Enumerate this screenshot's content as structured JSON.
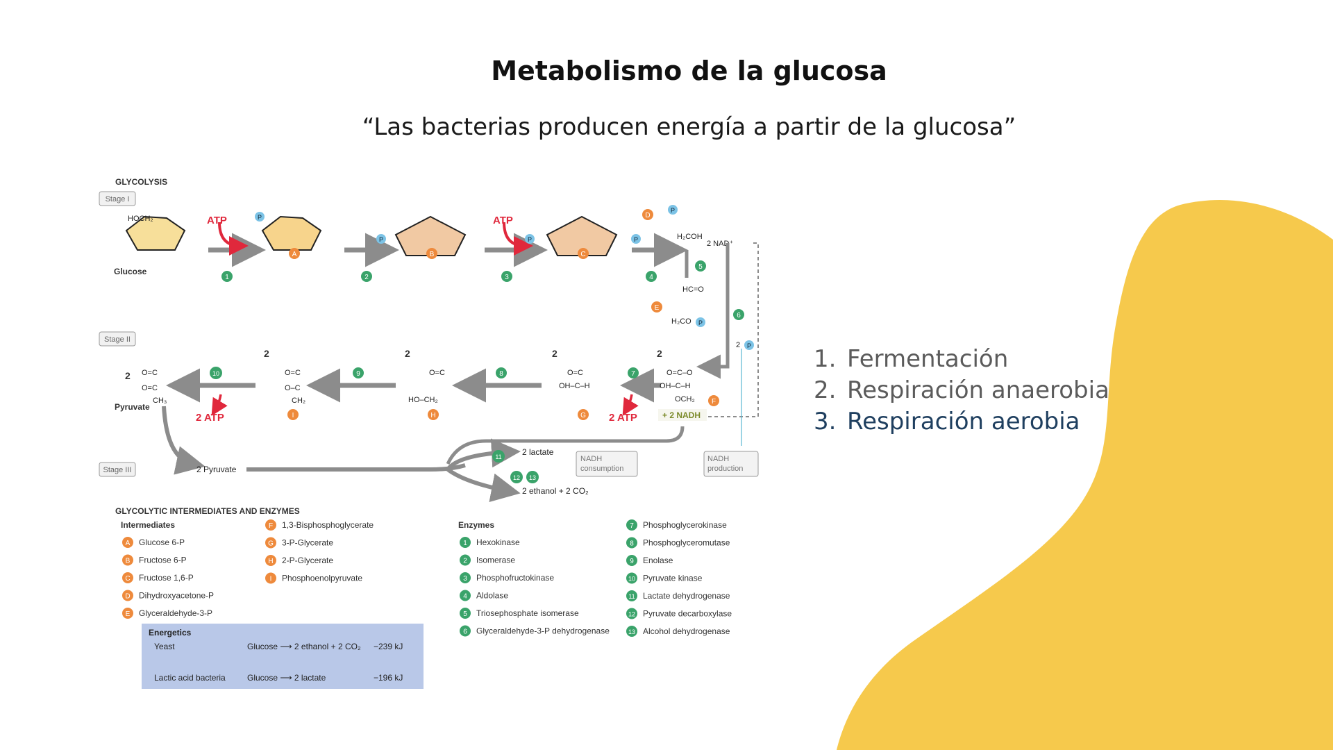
{
  "slide": {
    "title": "Metabolismo de la glucosa",
    "subtitle": "“Las bacterias producen energía a partir de la glucosa”",
    "list": [
      {
        "num": "1.",
        "label": "Fermentación"
      },
      {
        "num": "2.",
        "label": "Respiración anaerobia"
      },
      {
        "num": "3.",
        "label": "Respiración aerobia"
      }
    ],
    "accent_color": "#f6c94c",
    "active_text_color": "#1f3f5f"
  },
  "figure": {
    "heading": "GLYCOLYSIS",
    "stages": [
      "Stage I",
      "Stage II",
      "Stage III"
    ],
    "molecules": {
      "glucose": "Glucose",
      "pyruvate": "Pyruvate",
      "two_pyruvate": "2 Pyruvate",
      "lactate": "2 lactate",
      "ethanol": "2 ethanol + 2 CO₂"
    },
    "energy_labels": {
      "atp": "ATP",
      "two_atp": "2 ATP",
      "nad": "2 NAD⁺",
      "nadh": "+ 2 NADH",
      "two_p": "2"
    },
    "boxes": {
      "nadh_consumption": [
        "NADH",
        "consumption"
      ],
      "nadh_production": [
        "NADH",
        "production"
      ]
    },
    "legend": {
      "title": "GLYCOLYTIC INTERMEDIATES AND ENZYMES",
      "intermediates_title": "Intermediates",
      "intermediates": [
        {
          "key": "A",
          "label": "Glucose 6-P"
        },
        {
          "key": "B",
          "label": "Fructose 6-P"
        },
        {
          "key": "C",
          "label": "Fructose 1,6-P"
        },
        {
          "key": "D",
          "label": "Dihydroxyacetone-P"
        },
        {
          "key": "E",
          "label": "Glyceraldehyde-3-P"
        },
        {
          "key": "F",
          "label": "1,3-Bisphosphoglycerate"
        },
        {
          "key": "G",
          "label": "3-P-Glycerate"
        },
        {
          "key": "H",
          "label": "2-P-Glycerate"
        },
        {
          "key": "I",
          "label": "Phosphoenolpyruvate"
        }
      ],
      "enzymes_title": "Enzymes",
      "enzymes": [
        {
          "key": "1",
          "label": "Hexokinase"
        },
        {
          "key": "2",
          "label": "Isomerase"
        },
        {
          "key": "3",
          "label": "Phosphofructokinase"
        },
        {
          "key": "4",
          "label": "Aldolase"
        },
        {
          "key": "5",
          "label": "Triosephosphate isomerase"
        },
        {
          "key": "6",
          "label": "Glyceraldehyde-3-P dehydrogenase"
        },
        {
          "key": "7",
          "label": "Phosphoglycerokinase"
        },
        {
          "key": "8",
          "label": "Phosphoglyceromutase"
        },
        {
          "key": "9",
          "label": "Enolase"
        },
        {
          "key": "10",
          "label": "Pyruvate kinase"
        },
        {
          "key": "11",
          "label": "Lactate dehydrogenase"
        },
        {
          "key": "12",
          "label": "Pyruvate decarboxylase"
        },
        {
          "key": "13",
          "label": "Alcohol dehydrogenase"
        }
      ]
    },
    "energetics": {
      "title": "Energetics",
      "rows": [
        {
          "organism": "Yeast",
          "reaction": "Glucose ⟶ 2 ethanol + 2 CO₂",
          "energy": "−239 kJ"
        },
        {
          "organism": "Lactic acid bacteria",
          "reaction": "Glucose ⟶ 2 lactate",
          "energy": "−196 kJ"
        }
      ]
    },
    "colors": {
      "green": "#3aa36a",
      "orange": "#ee8a3c",
      "blue": "#7cc3e6",
      "atp_red": "#e0283c",
      "arrow_gray": "#8c8c8c",
      "energetics_bg": "#b9c8e8"
    }
  }
}
